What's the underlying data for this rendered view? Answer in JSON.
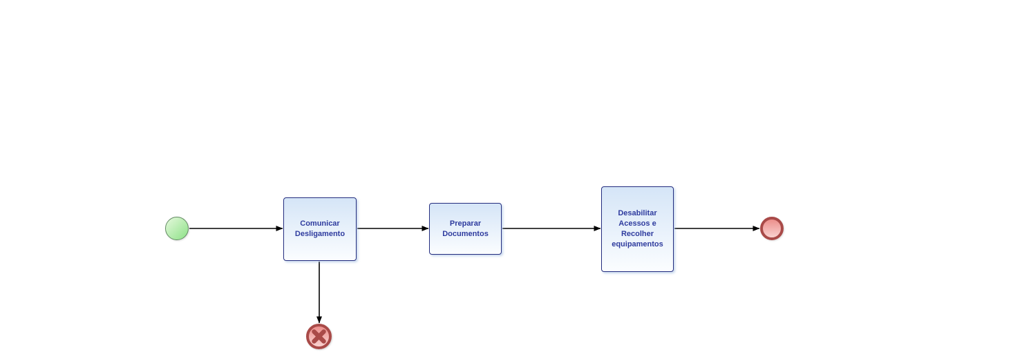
{
  "diagram": {
    "kind": "bpmn-process-flow",
    "nodes": {
      "start": {
        "type": "start-event",
        "label": ""
      },
      "task_comunicar": {
        "type": "task",
        "label": "Comunicar\nDesligamento"
      },
      "task_preparar": {
        "type": "task",
        "label": "Preparar\nDocumentos"
      },
      "task_desabilitar": {
        "type": "task",
        "label": "Desabilitar\nAcessos e\nRecolher\nequipamentos"
      },
      "end": {
        "type": "end-event",
        "label": ""
      },
      "cancel_end": {
        "type": "cancel-end-event",
        "icon": "x-cross-icon",
        "label": ""
      }
    },
    "flows": [
      {
        "from": "start",
        "to": "task_comunicar"
      },
      {
        "from": "task_comunicar",
        "to": "task_preparar"
      },
      {
        "from": "task_preparar",
        "to": "task_desabilitar"
      },
      {
        "from": "task_desabilitar",
        "to": "end"
      },
      {
        "from": "task_comunicar",
        "to": "cancel_end"
      }
    ],
    "colors": {
      "canvas_bg": "#ffffff",
      "connector": "#000000",
      "task_border": "#232c7e",
      "task_fill_top": "#d5e5f7",
      "task_fill_bottom": "#fbfdff",
      "task_text": "#2e3b9e",
      "start_border": "#628a62",
      "start_fill_top": "#e6f9dd",
      "start_fill_bottom": "#8de187",
      "end_border": "#a94a48",
      "end_fill_top": "#ec8f8c",
      "end_fill_bottom": "#f9d2d0"
    }
  }
}
